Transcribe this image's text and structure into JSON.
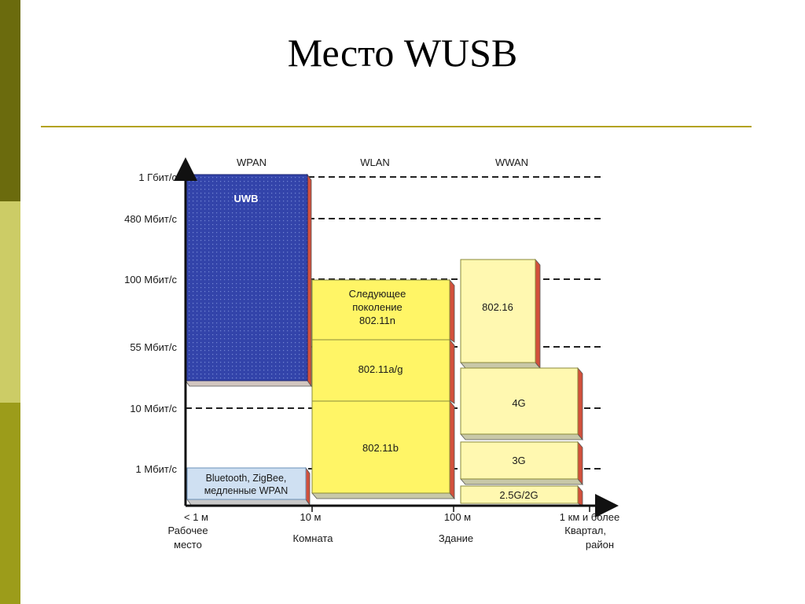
{
  "slide": {
    "title": "Место WUSB"
  },
  "diagram": {
    "categories": [
      "WPAN",
      "WLAN",
      "WWAN"
    ],
    "y_axis": [
      "1 Гбит/с",
      "480 Мбит/с",
      "100 Мбит/с",
      "55 Мбит/с",
      "10 Мбит/с",
      "1 Мбит/с"
    ],
    "x_axis": {
      "distances": [
        "< 1 м",
        "10 м",
        "100 м",
        "1 км и более"
      ],
      "places": [
        [
          "Рабочее",
          "место"
        ],
        [
          "Комната"
        ],
        [
          "Здание"
        ],
        [
          "Квартал,",
          "район"
        ]
      ]
    },
    "blocks": {
      "uwb": [
        "UWB"
      ],
      "bluetooth": [
        "Bluetooth, ZigBee,",
        "медленные WPAN"
      ],
      "next_gen": [
        "Следующее",
        "поколение",
        "802.11n"
      ],
      "wifi_ag": [
        "802.11a/g"
      ],
      "wifi_b": [
        "802.11b"
      ],
      "wimax": [
        "802.16"
      ],
      "g4": [
        "4G"
      ],
      "g3": [
        "3G"
      ],
      "g25": [
        "2.5G/2G"
      ]
    },
    "colors": {
      "uwb": "#3344aa",
      "bluetooth": "#cfe0f2",
      "wlan": "#fff566",
      "wwan": "#fff8b0",
      "side_red": "#d2503c"
    }
  }
}
